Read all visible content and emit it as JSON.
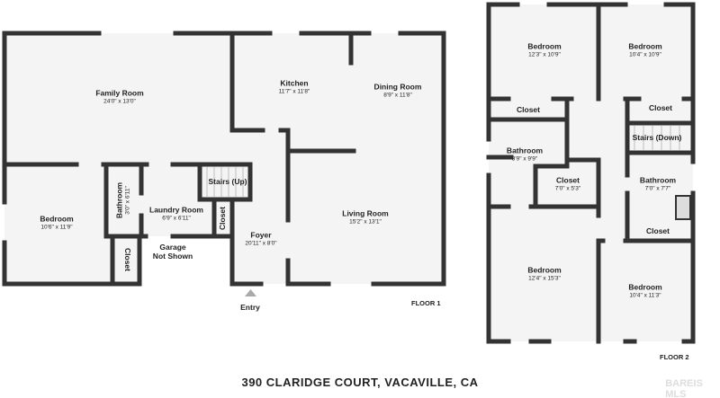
{
  "floor1": {
    "label": "FLOOR 1",
    "rooms": [
      {
        "name": "Family Room",
        "dims": "24'0\" x 13'0\""
      },
      {
        "name": "Kitchen",
        "dims": "11'7\" x 11'8\""
      },
      {
        "name": "Dining Room",
        "dims": "8'9\" x 11'8\""
      },
      {
        "name": "Stairs (Up)",
        "dims": ""
      },
      {
        "name": "Bathroom",
        "dims": "3'0\" x 6'11\""
      },
      {
        "name": "Laundry Room",
        "dims": "6'9\" x 6'11\""
      },
      {
        "name": "Closet",
        "dims": ""
      },
      {
        "name": "Bedroom",
        "dims": "10'6\" x 11'9\""
      },
      {
        "name": "Living Room",
        "dims": "15'2\" x 13'1\""
      },
      {
        "name": "Foyer",
        "dims": "20'11\" x 8'0\""
      },
      {
        "name": "Closet",
        "dims": ""
      }
    ],
    "garage": "Garage\nNot Shown",
    "garage_line1": "Garage",
    "garage_line2": "Not Shown",
    "entry": "Entry"
  },
  "floor2": {
    "label": "FLOOR 2",
    "rooms": [
      {
        "name": "Bedroom",
        "dims": "12'3\" x 10'9\""
      },
      {
        "name": "Bedroom",
        "dims": "10'4\" x 10'9\""
      },
      {
        "name": "Closet",
        "dims": ""
      },
      {
        "name": "Closet",
        "dims": ""
      },
      {
        "name": "Stairs (Down)",
        "dims": ""
      },
      {
        "name": "Bathroom",
        "dims": "8'9\" x 9'9\""
      },
      {
        "name": "Closet",
        "dims": "7'0\" x 5'3\""
      },
      {
        "name": "Bathroom",
        "dims": "7'0\" x 7'7\""
      },
      {
        "name": "Closet",
        "dims": ""
      },
      {
        "name": "Bedroom",
        "dims": "12'4\" x 15'3\""
      },
      {
        "name": "Bedroom",
        "dims": "10'4\" x 11'3\""
      }
    ]
  },
  "address": "390 CLARIDGE COURT, VACAVILLE, CA",
  "watermark": "BAREIS MLS",
  "colors": {
    "wall": "#333333",
    "floor": "#f4f4f4"
  }
}
